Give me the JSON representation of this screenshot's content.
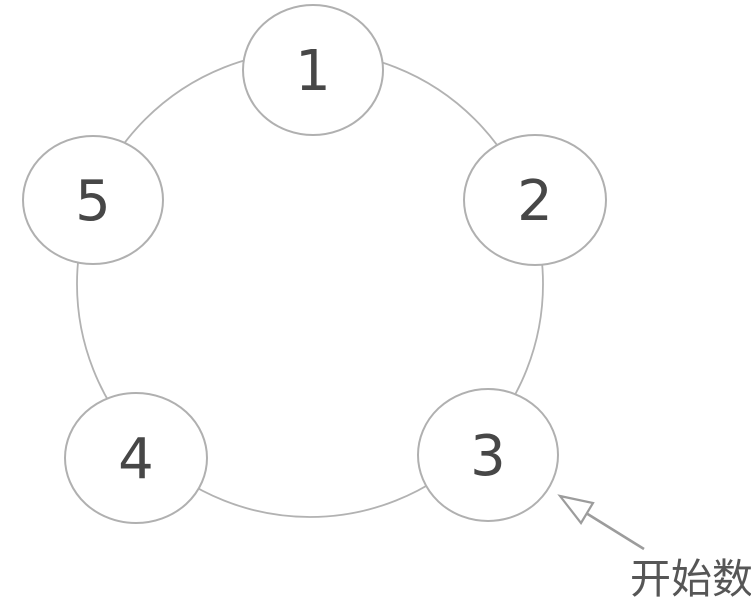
{
  "diagram": {
    "kind": "counting-circle",
    "description": "Five numbered circles arranged on a ring; arrow marks where counting starts",
    "nodes": [
      {
        "id": "node-1",
        "label": "1",
        "position": "top"
      },
      {
        "id": "node-2",
        "label": "2",
        "position": "right"
      },
      {
        "id": "node-3",
        "label": "3",
        "position": "bottom-right"
      },
      {
        "id": "node-4",
        "label": "4",
        "position": "bottom-left"
      },
      {
        "id": "node-5",
        "label": "5",
        "position": "left"
      }
    ],
    "annotation": {
      "label": "开始数",
      "meaning": "start counting here",
      "target_node": "3"
    },
    "colors": {
      "background": "#ffffff",
      "ring_stroke": "#b2b2b2",
      "node_stroke": "#b0b0b0",
      "node_fill": "#ffffff",
      "number_color": "#474747",
      "arrow_color": "#9c9c9c",
      "annotation_color": "#565656"
    }
  }
}
